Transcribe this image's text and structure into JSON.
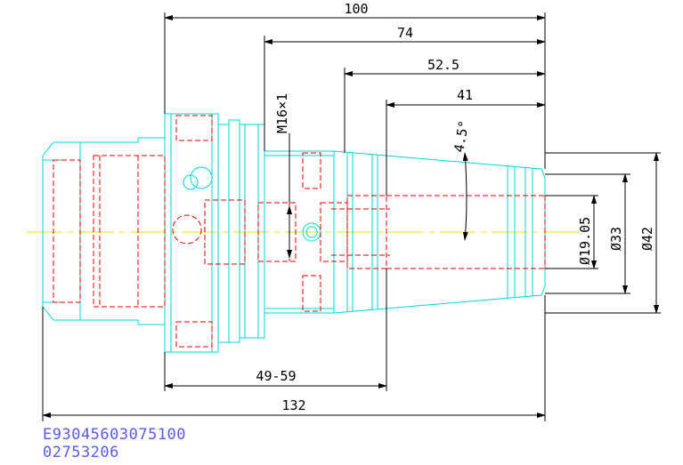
{
  "dimensions": {
    "top_overall": "100",
    "second": "74",
    "third": "52.5",
    "fourth": "41",
    "thread": "M16×1",
    "taper_angle": "4.5°",
    "bottom_clamp": "49-59",
    "bottom_overall": "132",
    "dia_bore": "Ø19.05",
    "dia_mid": "Ø33",
    "dia_outer": "Ø42"
  },
  "part_number": {
    "line1": "E93045603075100",
    "line2": "02753206"
  },
  "colors": {
    "outline": "#00d7d7",
    "hidden": "#e00000",
    "centerline": "#e6e600",
    "dimension": "#000000",
    "part_number": "#5a5ae6"
  }
}
